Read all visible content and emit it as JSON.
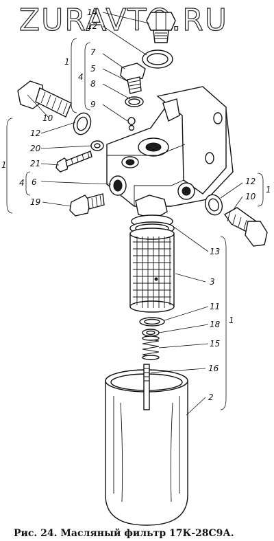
{
  "watermark": "ZURAVTO.RU",
  "caption": "Рис. 24. Масляный фильтр 17К-28С9А.",
  "labels": {
    "n14": "14",
    "n12a": "12",
    "n7": "7",
    "n5": "5",
    "n8": "8",
    "n9": "9",
    "n10a": "10",
    "n12b": "12",
    "n20": "20",
    "n21": "21",
    "n6": "6",
    "n19": "19",
    "n12c": "12",
    "n10b": "10",
    "n13": "13",
    "n3": "3",
    "n11": "11",
    "n18": "18",
    "n15": "15",
    "n16": "16",
    "n2": "2",
    "b1_top": "1",
    "b4_top": "4",
    "b1_left": "1",
    "b4_left": "4",
    "b1_right": "1",
    "b1_bottom": "1"
  }
}
